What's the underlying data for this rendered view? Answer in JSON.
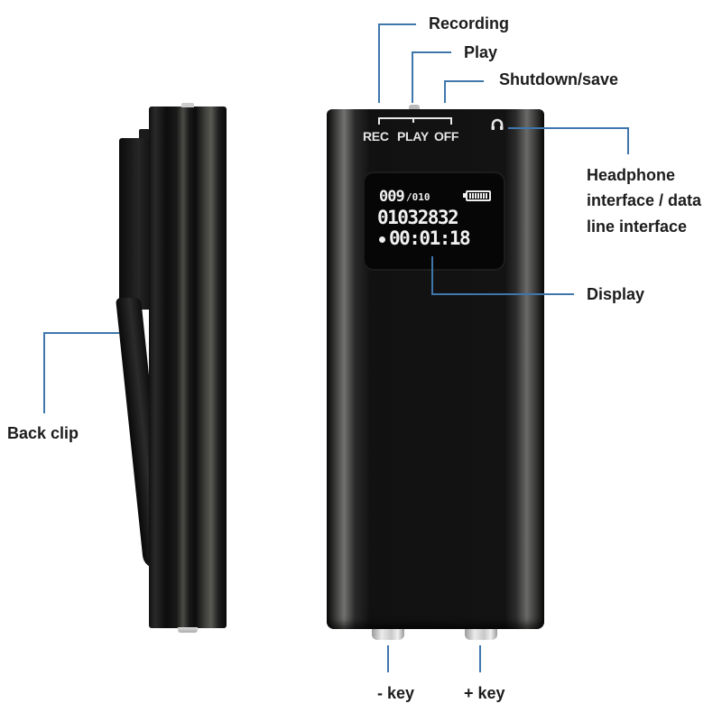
{
  "callouts": {
    "recording": "Recording",
    "play": "Play",
    "shutdown_save": "Shutdown/save",
    "headphone_line1": "Headphone",
    "headphone_line2": "interface / data",
    "headphone_line3": "line interface",
    "display": "Display",
    "back_clip": "Back clip",
    "minus_key": "- key",
    "plus_key": "+ key"
  },
  "device": {
    "button_labels": {
      "rec": "REC",
      "play": "PLAY",
      "off": "OFF"
    },
    "headphone_icon": "headphone-icon",
    "screen": {
      "file_counter_current": "009",
      "file_counter_total": "/010",
      "battery_icon": "battery-full-icon",
      "date_code": "01032832",
      "record_indicator_icon": "record-dot-icon",
      "elapsed_time": "00:01:18"
    }
  },
  "colors": {
    "callout_line": "#3f77ad",
    "label_text": "#1c1c1c",
    "device_body": "#111111",
    "screen_text": "#f1f1f1"
  }
}
